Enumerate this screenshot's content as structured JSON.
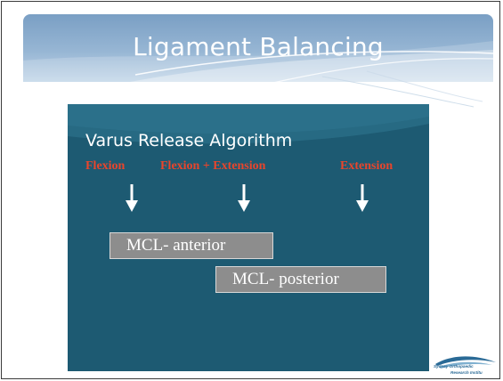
{
  "slide": {
    "title": "Ligament Balancing"
  },
  "algorithm": {
    "title": "Varus Release Algorithm",
    "conditions": [
      "Flexion",
      "Flexion + Extension",
      "Extension"
    ],
    "releases": [
      "MCL- anterior",
      "MCL- posterior"
    ]
  },
  "logo": {
    "line1": "Sydney Orthopaedic",
    "line2": "Research Institu"
  },
  "colors": {
    "header": "#8fb0d0",
    "panel": "#1d5a72",
    "condition_text": "#e8452c",
    "release_box": "#8d8d8d"
  },
  "icons": {
    "arrow": "down-arrow-icon",
    "logo": "swoosh-logo-icon"
  }
}
